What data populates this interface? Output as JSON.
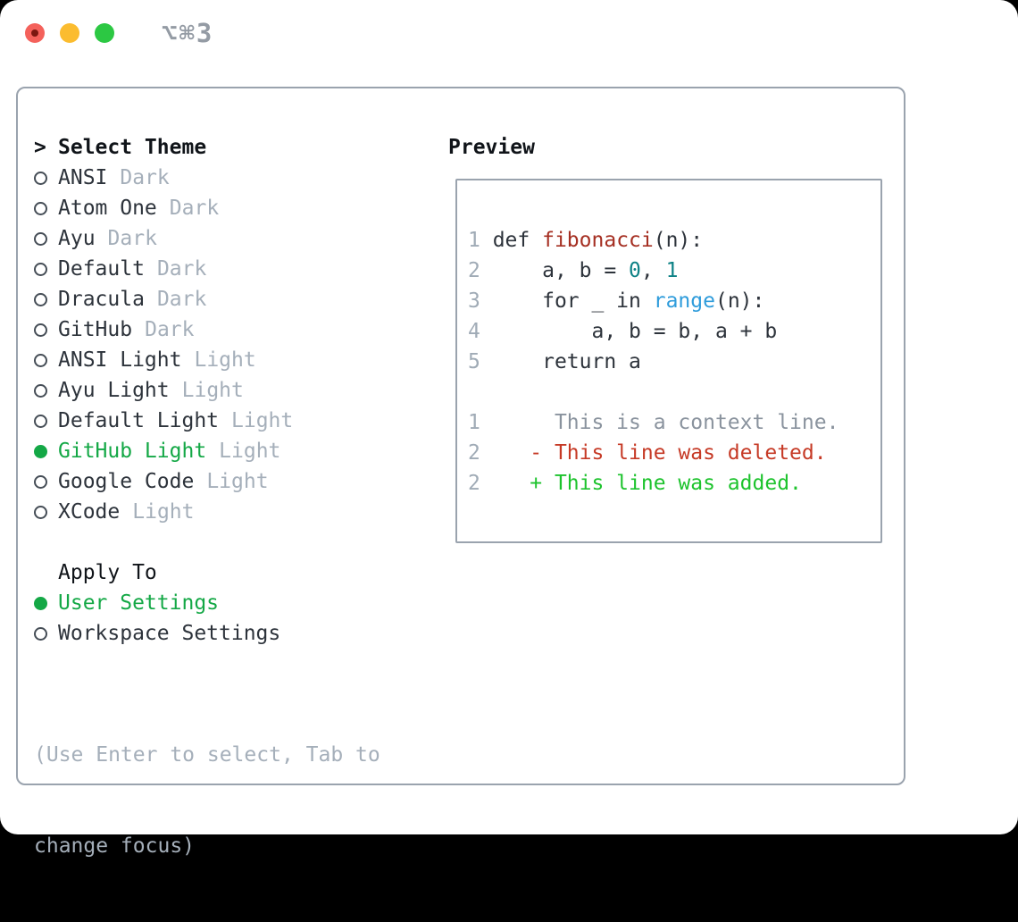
{
  "window": {
    "title_shortcut": "⌥⌘3",
    "traffic_lights": [
      {
        "name": "close",
        "color": "#f4615b"
      },
      {
        "name": "minimize",
        "color": "#fbbc2f"
      },
      {
        "name": "zoom",
        "color": "#2cc843"
      }
    ]
  },
  "theme_panel": {
    "cursor": ">",
    "title": "Select Theme",
    "themes": [
      {
        "name": "ANSI",
        "tag": "Dark",
        "selected": false
      },
      {
        "name": "Atom One",
        "tag": "Dark",
        "selected": false
      },
      {
        "name": "Ayu",
        "tag": "Dark",
        "selected": false
      },
      {
        "name": "Default",
        "tag": "Dark",
        "selected": false
      },
      {
        "name": "Dracula",
        "tag": "Dark",
        "selected": false
      },
      {
        "name": "GitHub",
        "tag": "Dark",
        "selected": false
      },
      {
        "name": "ANSI Light",
        "tag": "Light",
        "selected": false
      },
      {
        "name": "Ayu Light",
        "tag": "Light",
        "selected": false
      },
      {
        "name": "Default Light",
        "tag": "Light",
        "selected": false
      },
      {
        "name": "GitHub Light",
        "tag": "Light",
        "selected": true
      },
      {
        "name": "Google Code",
        "tag": "Light",
        "selected": false
      },
      {
        "name": "XCode",
        "tag": "Light",
        "selected": false
      }
    ],
    "apply_to": {
      "title": "Apply To",
      "options": [
        {
          "name": "User Settings",
          "selected": true
        },
        {
          "name": "Workspace Settings",
          "selected": false
        }
      ]
    },
    "help_lines": [
      "(Use Enter to select, Tab to",
      "change focus)"
    ]
  },
  "preview": {
    "title": "Preview",
    "lines": [
      {
        "num": "1",
        "segments": [
          {
            "t": " def ",
            "c": "code"
          },
          {
            "t": "fibonacci",
            "c": "func"
          },
          {
            "t": "(n):",
            "c": "code"
          }
        ]
      },
      {
        "num": "2",
        "segments": [
          {
            "t": "     a, b = ",
            "c": "code"
          },
          {
            "t": "0",
            "c": "lit"
          },
          {
            "t": ", ",
            "c": "code"
          },
          {
            "t": "1",
            "c": "lit"
          }
        ]
      },
      {
        "num": "3",
        "segments": [
          {
            "t": "     for _ in ",
            "c": "code"
          },
          {
            "t": "range",
            "c": "builtin"
          },
          {
            "t": "(n):",
            "c": "code"
          }
        ]
      },
      {
        "num": "4",
        "segments": [
          {
            "t": "         a, b = b, a + b",
            "c": "code"
          }
        ]
      },
      {
        "num": "5",
        "segments": [
          {
            "t": "     return a",
            "c": "code"
          }
        ]
      },
      {
        "num": "",
        "segments": []
      },
      {
        "num": "1",
        "segments": [
          {
            "t": "      This is a context line.",
            "c": "ctx"
          }
        ]
      },
      {
        "num": "2",
        "segments": [
          {
            "t": "    - This line was deleted.",
            "c": "del"
          }
        ]
      },
      {
        "num": "2",
        "segments": [
          {
            "t": "    + This line was added.",
            "c": "add"
          }
        ]
      }
    ]
  },
  "icons": {
    "radio_unselected": "circle-outline",
    "radio_selected": "circle-filled"
  },
  "colors": {
    "background": "#ffffff",
    "outside": "#000000",
    "border": "#9aa3ae",
    "header_text": "#101419",
    "item_text": "#2d333b",
    "muted_text": "#a5afba",
    "line_number": "#a0abb6",
    "context_text": "#8a939e",
    "accent_green": "#14a846",
    "added_green": "#1dc32d",
    "deleted_red": "#c63a26",
    "function_red": "#a52f22",
    "builtin_blue": "#2f9cdb",
    "literal_teal": "#0e8286",
    "titlebar_text": "#949ba4",
    "traffic_red": "#f4615b",
    "traffic_red_dot": "#7b1710",
    "traffic_yellow": "#fbbc2f",
    "traffic_green": "#2cc843",
    "radio_ring": "#454d56"
  }
}
